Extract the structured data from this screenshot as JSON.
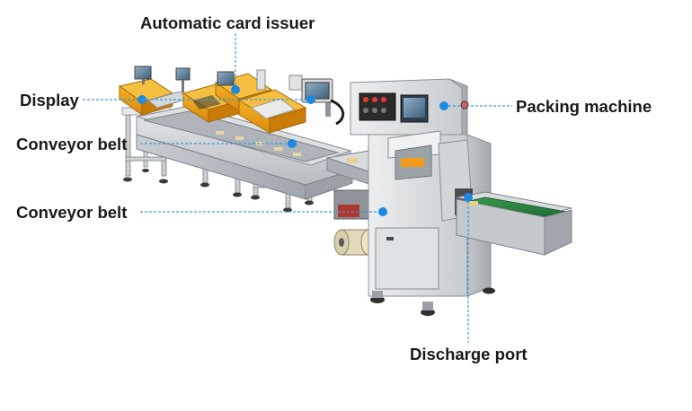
{
  "labels": {
    "card_issuer": "Automatic card issuer",
    "display": "Display",
    "conveyor_belt_upper": "Conveyor belt",
    "conveyor_belt_lower": "Conveyor belt",
    "packing_machine": "Packing machine",
    "discharge_port": "Discharge port"
  },
  "colors": {
    "leader": "#3d9ad8",
    "marker": "#1e88e5",
    "label_text": "#1a1a1a"
  }
}
